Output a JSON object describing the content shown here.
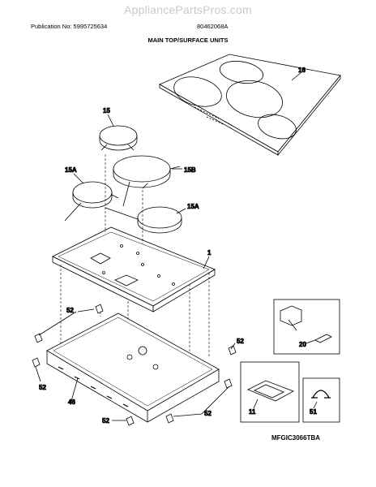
{
  "header": {
    "watermark": "AppliancePartsPros.com",
    "publication_no": "Publication No: 5995725634",
    "part_number": "80462068A",
    "section_title": "MAIN TOP/SURFACE UNITS"
  },
  "callouts": {
    "top": "16",
    "element_15": "15",
    "element_15a_left": "15A",
    "element_15b": "15B",
    "element_15a_right": "15A",
    "main_top": "1",
    "bracket_52_a": "52",
    "bracket_52_b": "52",
    "bracket_52_c": "52",
    "bracket_52_d": "52",
    "bracket_52_e": "52",
    "box": "46",
    "inset_20": "20",
    "inset_11": "11",
    "inset_51": "51"
  },
  "footer": {
    "model": "MFGIC3066TBA"
  }
}
